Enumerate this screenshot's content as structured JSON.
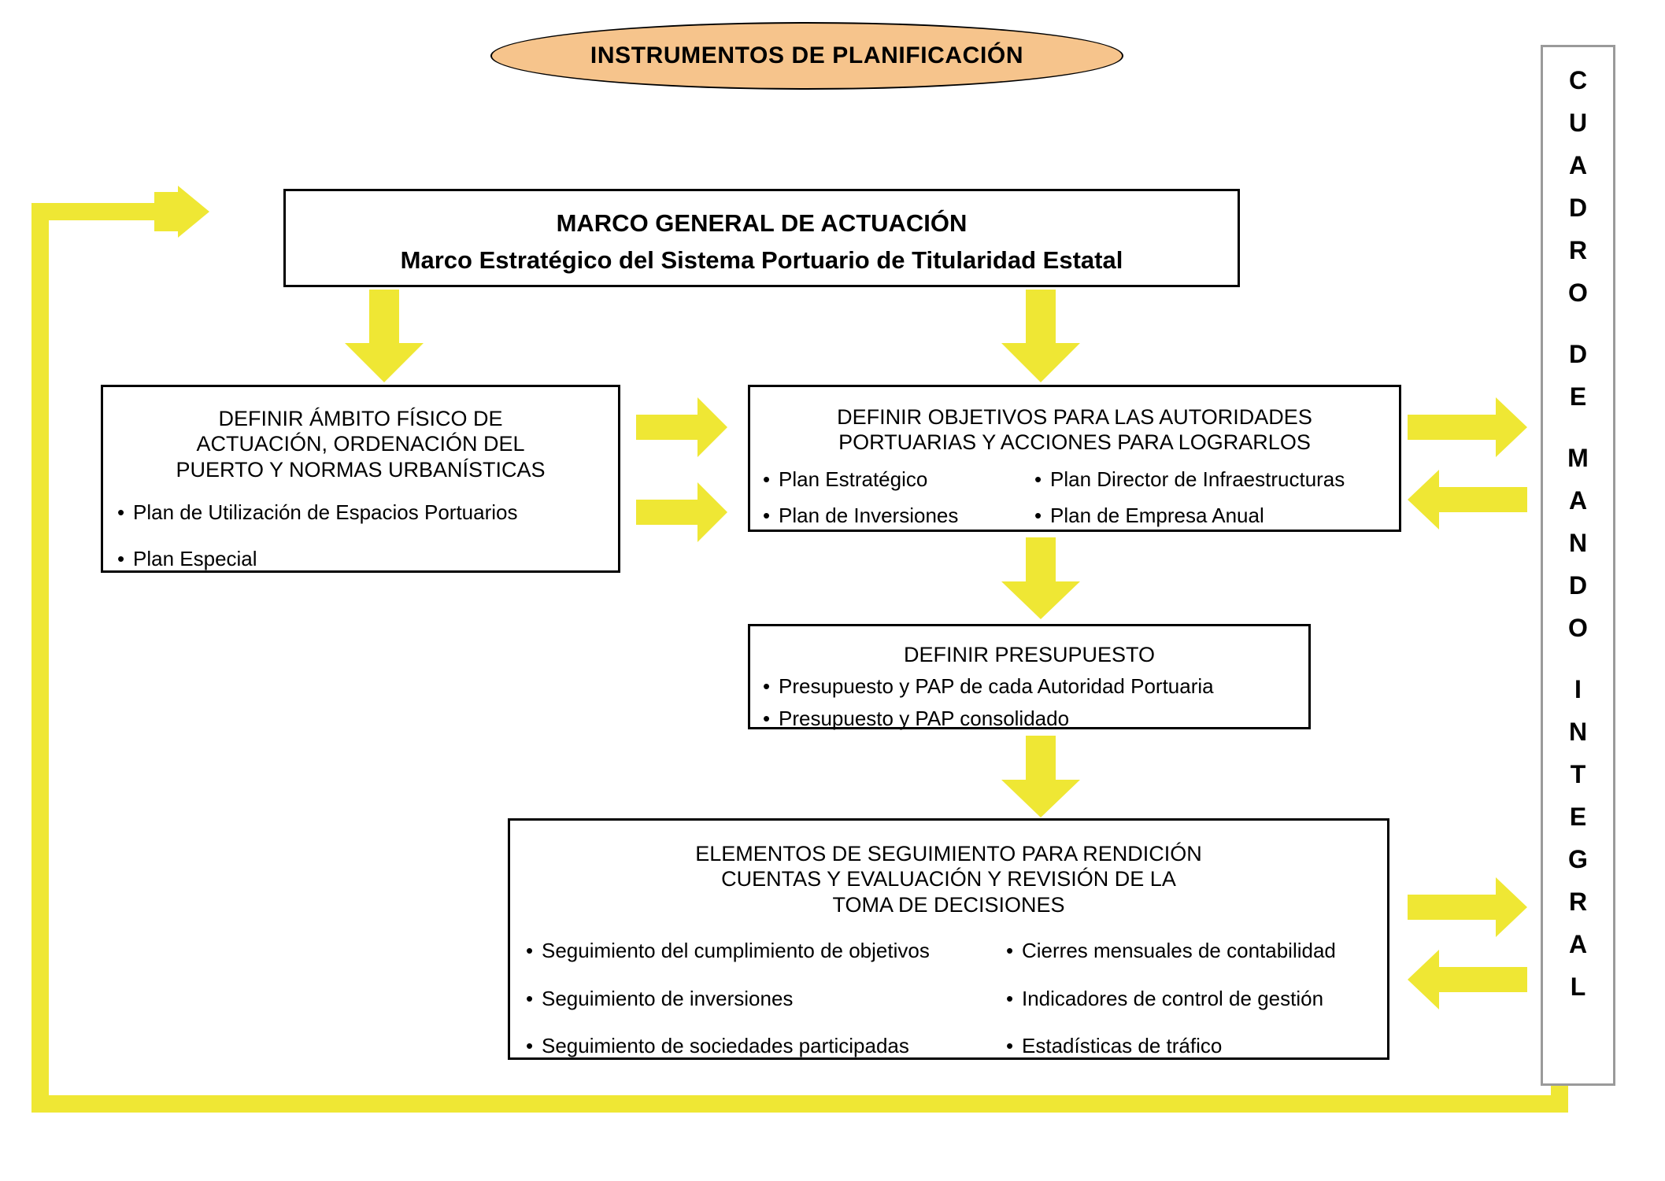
{
  "title": {
    "text": "INSTRUMENTOS DE PLANIFICACIÓN",
    "fill_color": "#F6C48C",
    "border_color": "#000000"
  },
  "colors": {
    "arrow_yellow": "#EFE734",
    "box_border": "#000000",
    "sidebar_border": "#9A9A9A",
    "text": "#000000"
  },
  "sidebar": {
    "name": "cuadro-de-mando-integral",
    "text": "CUADRO DE MANDO INTEGRAL",
    "letters": [
      "C",
      "U",
      "A",
      "D",
      "R",
      "O",
      "",
      "D",
      "E",
      "",
      "M",
      "A",
      "N",
      "D",
      "O",
      "",
      "I",
      "N",
      "T",
      "E",
      "G",
      "R",
      "A",
      "L"
    ]
  },
  "boxes": {
    "marco": {
      "heading_line1": "MARCO GENERAL DE ACTUACIÓN",
      "heading_line2": "Marco Estratégico del Sistema Portuario de Titularidad Estatal"
    },
    "ambito": {
      "heading_line1": "DEFINIR ÁMBITO FÍSICO DE",
      "heading_line2": "ACTUACIÓN, ORDENACIÓN DEL",
      "heading_line3": "PUERTO Y NORMAS URBANÍSTICAS",
      "bullets": [
        "Plan de Utilización de Espacios Portuarios",
        "Plan Especial"
      ]
    },
    "objetivos": {
      "heading_line1": "DEFINIR OBJETIVOS PARA LAS AUTORIDADES",
      "heading_line2": "PORTUARIAS Y ACCIONES PARA LOGRARLOS",
      "bullets_left": [
        "Plan Estratégico",
        "Plan de Inversiones"
      ],
      "bullets_right": [
        "Plan Director de Infraestructuras",
        "Plan de Empresa Anual"
      ]
    },
    "presupuesto": {
      "heading_line1": "DEFINIR PRESUPUESTO",
      "bullets": [
        "Presupuesto y PAP de cada Autoridad Portuaria",
        "Presupuesto y PAP consolidado"
      ]
    },
    "elementos": {
      "heading_line1": "ELEMENTOS DE SEGUIMIENTO PARA RENDICIÓN",
      "heading_line2": "CUENTAS Y EVALUACIÓN Y REVISIÓN DE LA",
      "heading_line3": "TOMA DE DECISIONES",
      "bullets_left": [
        "Seguimiento del cumplimiento de objetivos",
        "Seguimiento de inversiones",
        "Seguimiento de sociedades participadas"
      ],
      "bullets_right": [
        "Cierres mensuales de contabilidad",
        "Indicadores de control de gestión",
        "Estadísticas de tráfico"
      ]
    }
  },
  "bullet_glyph": "•",
  "arrows": [
    {
      "name": "arrow-marco-to-ambito",
      "direction": "down"
    },
    {
      "name": "arrow-marco-to-objetivos",
      "direction": "down"
    },
    {
      "name": "arrow-ambito-to-objetivos-top",
      "direction": "right"
    },
    {
      "name": "arrow-ambito-to-objetivos-bottom",
      "direction": "right"
    },
    {
      "name": "arrow-objetivos-to-presupuesto",
      "direction": "down"
    },
    {
      "name": "arrow-presupuesto-to-elementos",
      "direction": "down"
    },
    {
      "name": "arrow-objetivos-to-sidebar",
      "direction": "right"
    },
    {
      "name": "arrow-sidebar-to-objetivos",
      "direction": "left"
    },
    {
      "name": "arrow-elementos-to-sidebar",
      "direction": "right"
    },
    {
      "name": "arrow-sidebar-to-elementos",
      "direction": "left"
    },
    {
      "name": "arrow-feedback-loop-to-marco",
      "direction": "right"
    }
  ]
}
